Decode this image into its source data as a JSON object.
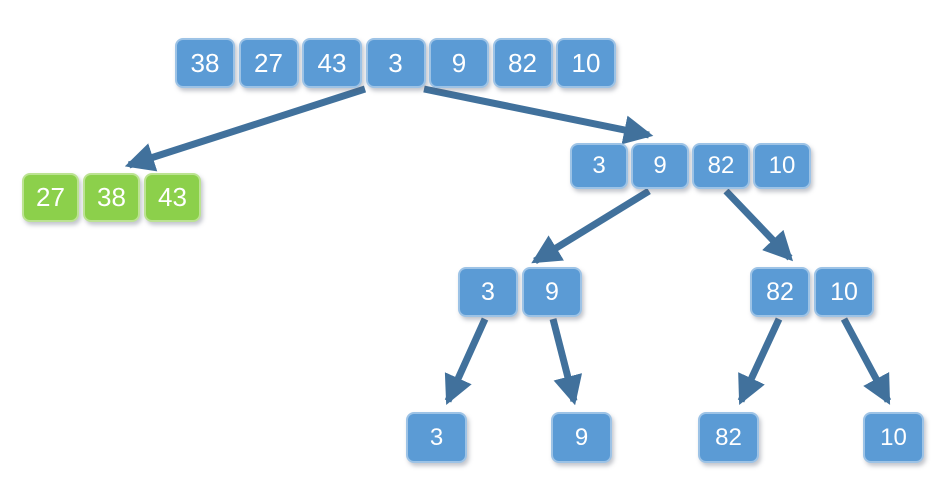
{
  "colors": {
    "box_blue": "#5B9BD5",
    "box_blue_border": "#9DC3E6",
    "box_green": "#8CD04B",
    "box_green_border": "#BCE392",
    "arrow": "#41719C",
    "text": "#FFFFFF"
  },
  "rows": {
    "top": {
      "values": [
        "38",
        "27",
        "43",
        "3",
        "9",
        "82",
        "10"
      ]
    },
    "sorted_left": {
      "values": [
        "27",
        "38",
        "43"
      ]
    },
    "right_half": {
      "values": [
        "3",
        "9",
        "82",
        "10"
      ]
    },
    "pair_left": {
      "values": [
        "3",
        "9"
      ]
    },
    "pair_right": {
      "values": [
        "82",
        "10"
      ]
    },
    "leaves": {
      "values": [
        "3",
        "9",
        "82",
        "10"
      ]
    }
  }
}
